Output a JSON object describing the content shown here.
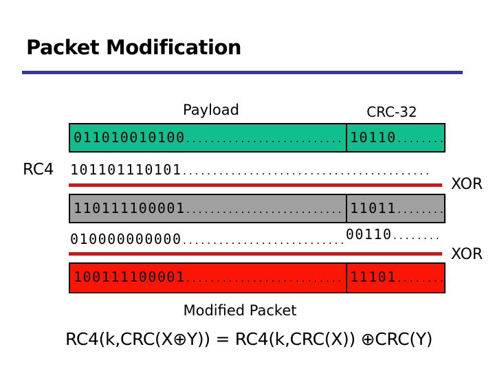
{
  "slide": {
    "title": "Packet Modification",
    "column_labels": {
      "payload": "Payload",
      "crc": "CRC-32"
    },
    "rc4_label": "RC4",
    "xor_label_1": "XOR",
    "xor_label_2": "XOR",
    "modified_packet_label": "Modified Packet",
    "formula": "RC4(k,CRC(X⊕Y)) = RC4(k,CRC(X)) ⊕CRC(Y)",
    "packets": {
      "plaintext": {
        "payload_bits": "011010010100",
        "payload_dots": "..........................",
        "crc_bits": "10110",
        "crc_dots": "........"
      },
      "keystream": {
        "bits": "101101110101",
        "dots": "........................................."
      },
      "ciphertext": {
        "payload_bits": "110111100001",
        "payload_dots": "..........................",
        "crc_bits": "11011",
        "crc_dots": "........"
      },
      "delta": {
        "bits": "010000000000",
        "dots": "...........................",
        "crc_bits": "00110",
        "crc_dots": "........"
      },
      "modified": {
        "payload_bits": "100111100001",
        "payload_dots": "..........................",
        "crc_bits": "11101",
        "crc_dots": "........"
      }
    },
    "colors": {
      "plaintext_box": "#10BE8E",
      "ciphertext_box": "#A0A0A0",
      "modified_box": "#FA1505",
      "red_rule": "#E01010",
      "blue_rule": "#3434A3"
    }
  }
}
